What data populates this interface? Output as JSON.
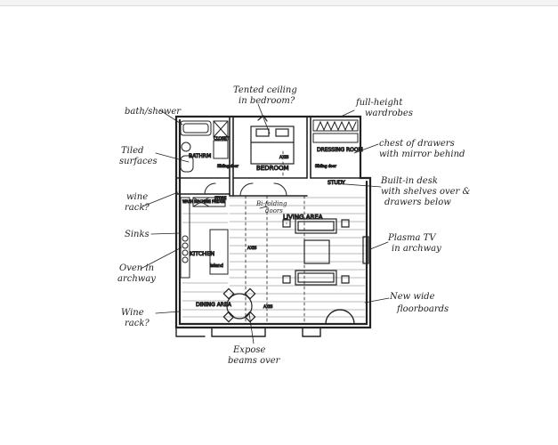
{
  "rooms": {
    "bathroom": "BATHRM",
    "bedroom": "BEDROOM",
    "dressing_room": "DRESSING ROOM",
    "study": "STUDY",
    "living_area": "LIVING AREA",
    "kitchen": "KITCHEN",
    "dining_area": "DINING AREA",
    "closet": "CLOSET",
    "island": "Island",
    "washing_machine_fridge": "WASH MACHINE FRIDGE",
    "store": "STORE",
    "ax_1": "AXIS",
    "ax_2": "AXIS",
    "ax_3": "AXIS",
    "sliding_door_1": "Sliding door",
    "sliding_door_2": "Sliding door"
  },
  "annotations": {
    "tented_ceiling_1": "Tented ceiling",
    "tented_ceiling_2": "in bedroom?",
    "full_height_1": "full-height",
    "full_height_2": "wardrobes",
    "bath_shower": "bath/shower",
    "tiled_1": "Tiled",
    "tiled_2": "surfaces",
    "chest_1": "chest of drawers",
    "chest_2": "with mirror behind",
    "desk_1": "Built-in desk",
    "desk_2": "with shelves over &",
    "desk_3": "drawers below",
    "wine_rack_top_1": "wine",
    "wine_rack_top_2": "rack?",
    "bi_folding_1": "Bi-folding",
    "bi_folding_2": "doors",
    "sinks": "Sinks",
    "plasma_1": "Plasma TV",
    "plasma_2": "in archway",
    "oven_1": "Oven in",
    "oven_2": "archway",
    "floorboards_1": "New wide",
    "floorboards_2": "floorboards",
    "wine_rack_bottom_1": "Wine",
    "wine_rack_bottom_2": "rack?",
    "beams_1": "Expose",
    "beams_2": "beams over"
  },
  "colors": {
    "ink": "#222222",
    "paper": "#ffffff"
  }
}
